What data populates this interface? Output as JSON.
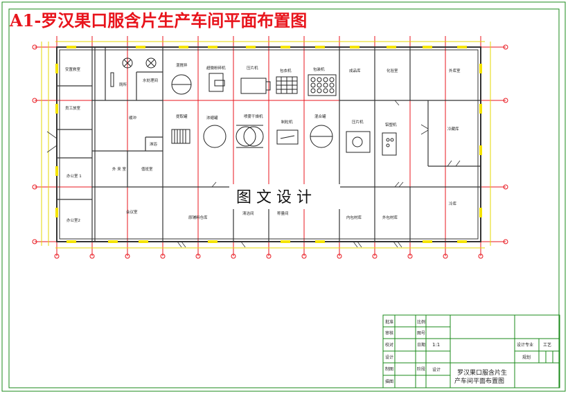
{
  "title": "A1-罗汉果口服含片生产车间平面布置图",
  "watermark": "图 文 设 计",
  "rooms": {
    "anquan_zhai": "安置救室",
    "chujie_hecha": "员工放室",
    "office1": "办公室 1",
    "office2": "办公室2",
    "toilet": "厕所",
    "water_treat": "水处理间",
    "corridor": "缓冲",
    "reception": "外 来 室",
    "duty": "值班室",
    "shower": "淋浴",
    "meeting": "会议室",
    "blender": "混搅拌",
    "sterilizer": "超微粉碎机",
    "tablet_press": "压片机",
    "coater": "包衣机",
    "packer": "包装机",
    "store1": "成品库",
    "qc": "化验室",
    "store2": "外库室",
    "extract": "提取罐",
    "concentrate": "浓缩罐",
    "dryer": "喷雾干燥机",
    "granulator": "制粒机",
    "mixer": "混合罐",
    "tableter": "压片机",
    "sealer": "铝塑机",
    "cold_store": "冷藏库",
    "raw_store": "原辅料仓库",
    "cleaning": "清洁间",
    "prep": "称量间",
    "inner_pack": "内包材库",
    "outer_pack": "外包材库",
    "cold": "冷库"
  },
  "title_block": {
    "r1": "批准",
    "r2": "审核",
    "r3": "校对",
    "r4": "设计",
    "r5": "制图",
    "r6": "描图",
    "c1": "比例",
    "c2": "图号",
    "c3": "日期",
    "c4": "阶段",
    "scale": "1:1",
    "design_major": "设计专业",
    "stage": "工艺",
    "drawing_label": "规划",
    "sign": "设计",
    "name_line1": "罗汉果口服含片生",
    "name_line2": "产车间平面布置图"
  },
  "colors": {
    "grid": "#e8141c",
    "wall": "#333333",
    "dim": "#e6d700",
    "title": "#e8141c",
    "frame": "#1a8a1a"
  }
}
